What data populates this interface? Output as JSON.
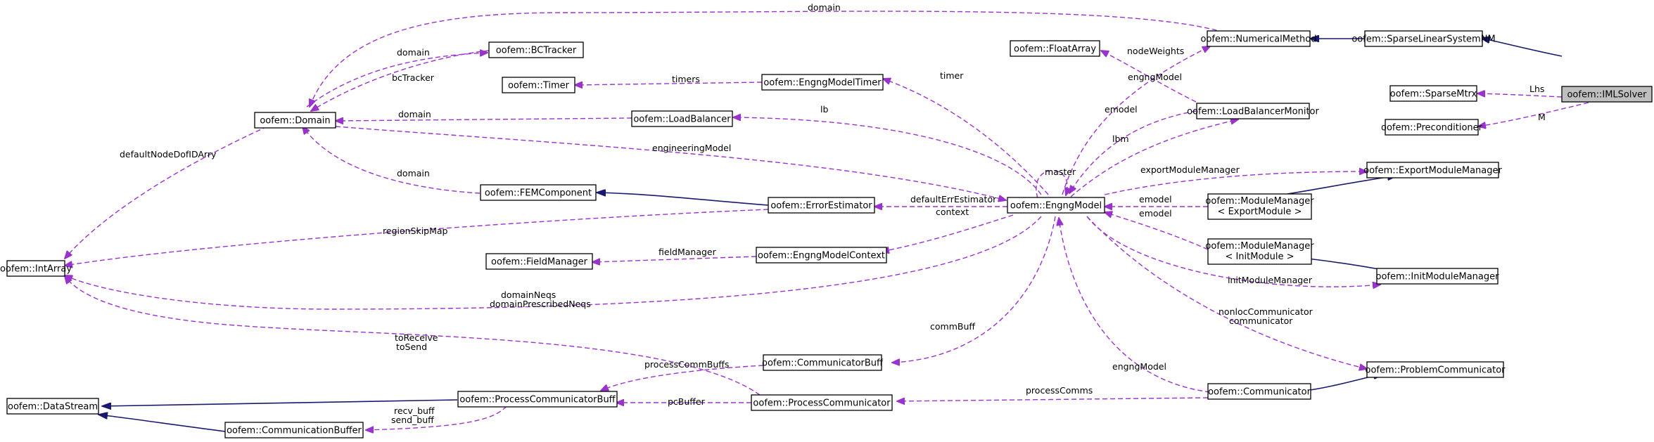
{
  "colors": {
    "association": "#9a32cd",
    "inheritance": "#191970",
    "selected_node": "#bfbfbf"
  },
  "nodes": {
    "imlsolver": "oofem::IMLSolver",
    "sparsemtrx": "oofem::SparseMtrx",
    "preconditioner": "oofem::Preconditioner",
    "sparselinearsystemnm": "oofem::SparseLinearSystemNM",
    "numericalmethod": "oofem::NumericalMethod",
    "floatarray": "oofem::FloatArray",
    "loadbalancermonitor": "oofem::LoadBalancerMonitor",
    "engngmodeltimer": "oofem::EngngModelTimer",
    "timer": "oofem::Timer",
    "bctracker": "oofem::BCTracker",
    "domain": "oofem::Domain",
    "loadbalancer": "oofem::LoadBalancer",
    "femcomponent": "oofem::FEMComponent",
    "errorestimator": "oofem::ErrorEstimator",
    "engngmodel": "oofem::EngngModel",
    "exportmodulemanager": "oofem::ExportModuleManager",
    "mm_export_line1": "oofem::ModuleManager",
    "mm_export_line2": "< ExportModule >",
    "mm_init_line1": "oofem::ModuleManager",
    "mm_init_line2": "< InitModule >",
    "initmodulemanager": "oofem::InitModuleManager",
    "intarray": "oofem::IntArray",
    "fieldmanager": "oofem::FieldManager",
    "engngmodelcontext": "oofem::EngngModelContext",
    "communicatorbuff": "oofem::CommunicatorBuff",
    "problemcommunicator": "oofem::ProblemCommunicator",
    "datastream": "oofem::DataStream",
    "processcommunicatorbuff": "oofem::ProcessCommunicatorBuff",
    "processcommunicator": "oofem::ProcessCommunicator",
    "communicator": "oofem::Communicator",
    "communicationbuffer": "oofem::CommunicationBuffer"
  },
  "edge_labels": {
    "domain_top": "domain",
    "domain_bctracker": "domain",
    "bctracker": "bcTracker",
    "timers": "timers",
    "timer": "timer",
    "node_weights": "nodeWeights",
    "engng_model_nm": "engngModel",
    "lhs": "Lhs",
    "m": "M",
    "domain_lb": "domain",
    "lb": "lb",
    "emodel_lbm": "emodel",
    "lbm": "lbm",
    "engineering_model": "engineeringModel",
    "default_nodedof": "defaultNodeDofIDArry",
    "domain_fem": "domain",
    "master": "master",
    "export_module_manager": "exportModuleManager",
    "default_err_estimator": "defaultErrEstimator",
    "emodel_export": "emodel",
    "emodel_init": "emodel",
    "region_skip_map": "regionSkipMap",
    "context": "context",
    "field_manager": "fieldManager",
    "init_module_manager": "initModuleManager",
    "domain_neqs_1": "domainNeqs",
    "domain_neqs_2": "domainPrescribedNeqs",
    "nonloc_comm_1": "nonlocCommunicator",
    "nonloc_comm_2": "communicator",
    "comm_buff": "commBuff",
    "to_receive": "toReceive",
    "to_send": "toSend",
    "process_comm_buffs": "processCommBuffs",
    "engng_model_comm": "engngModel",
    "process_comms": "processComms",
    "recv_buff": "recv_buff",
    "send_buff": "send_buff",
    "pc_buffer": "pcBuffer"
  }
}
